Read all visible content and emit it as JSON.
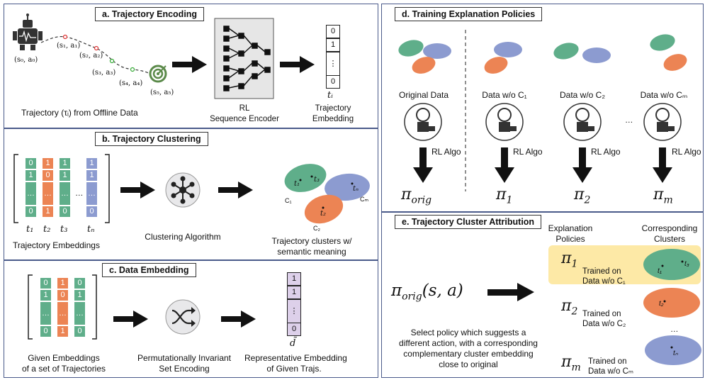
{
  "panel_a": {
    "title": "a. Trajectory Encoding",
    "states": [
      "(s₀, a₀)",
      "(s₁, a₁)",
      "(s₂, a₂)",
      "(s₃, a₃)",
      "(s₄, a₄)",
      "(s₅, a₅)"
    ],
    "trajectory_caption": "Trajectory (τᵢ) from Offline Data",
    "encoder_line1": "RL",
    "encoder_line2": "Sequence Encoder",
    "embed_values": [
      "0",
      "1",
      "⋮",
      "0"
    ],
    "embed_symbol": "tᵢ",
    "embed_line1": "Trajectory",
    "embed_line2": "Embedding"
  },
  "panel_b": {
    "title": "b. Trajectory Clustering",
    "col_values": [
      "0",
      "1",
      "…",
      "0"
    ],
    "col_values_2": [
      "1",
      "0",
      "…",
      "1"
    ],
    "dots": "…",
    "labels": [
      "t₁",
      "t₂",
      "t₃",
      "tₙ"
    ],
    "caption_embeddings": "Trajectory Embeddings",
    "caption_algo": "Clustering Algorithm",
    "caption_clusters_1": "Trajectory clusters w/",
    "caption_clusters_2": "semantic meaning",
    "cluster_labels": [
      "C₁",
      "C₂",
      "Cₘ"
    ],
    "cluster_points": [
      "t₁",
      "t₂",
      "t₃",
      "tₙ"
    ]
  },
  "panel_c": {
    "title": "c. Data Embedding",
    "caption_given_1": "Given Embeddings",
    "caption_given_2": "of a set of Trajectories",
    "caption_set_1": "Permutationally Invariant",
    "caption_set_2": "Set Encoding",
    "rep_values": [
      "1",
      "1",
      "⋮",
      "0"
    ],
    "rep_symbol": "d̃",
    "caption_rep_1": "Representative Embedding",
    "caption_rep_2": "of Given Trajs."
  },
  "panel_d": {
    "title": "d. Training Explanation Policies",
    "columns": [
      {
        "label": "Original Data",
        "policy": "π",
        "sub": "orig"
      },
      {
        "label": "Data w/o C₁",
        "policy": "π",
        "sub": "1"
      },
      {
        "label": "Data w/o C₂",
        "policy": "π",
        "sub": "2"
      },
      {
        "label": "Data w/o Cₘ",
        "policy": "π",
        "sub": "m"
      }
    ],
    "algo_label": "RL Algo",
    "dots": "…"
  },
  "panel_e": {
    "title": "e. Trajectory Cluster Attribution",
    "header_policies_1": "Explanation",
    "header_policies_2": "Policies",
    "header_clusters_1": "Corresponding",
    "header_clusters_2": "Clusters",
    "query": "π",
    "query_sub": "orig",
    "query_args": "(s, a)",
    "description": [
      "Select policy which suggests a",
      "different action, with a corresponding",
      "complementary cluster embedding",
      "close to original"
    ],
    "rows": [
      {
        "sub": "1",
        "trained_1": "Trained on",
        "trained_2": "Data w/o C₁"
      },
      {
        "sub": "2",
        "trained_1": "Trained on",
        "trained_2": "Data w/o C₂"
      },
      {
        "sub": "m",
        "trained_1": "Trained on",
        "trained_2": "Data w/o Cₘ"
      }
    ],
    "dots": "…",
    "highlight_color": "#fde9a6"
  },
  "colors": {
    "green": "#5fae8a",
    "orange": "#ec8454",
    "blue": "#8c9bd0",
    "purple_light": "#ddd0ea",
    "border": "#4a5a8a"
  }
}
